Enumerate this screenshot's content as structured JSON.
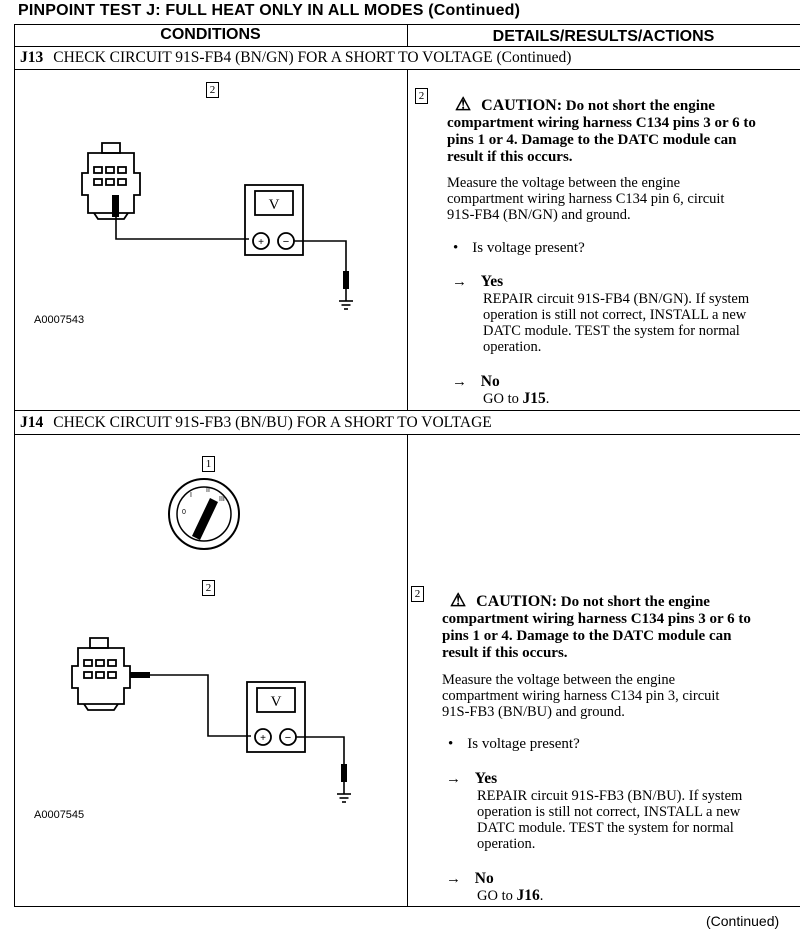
{
  "page_title": "PINPOINT TEST J: FULL HEAT ONLY IN ALL MODES (Continued)",
  "headers": {
    "conditions": "CONDITIONS",
    "details": "DETAILS/RESULTS/ACTIONS"
  },
  "steps": [
    {
      "id": "J13",
      "title": "CHECK CIRCUIT 91S-FB4 (BN/GN) FOR A SHORT TO VOLTAGE (Continued)",
      "figure_step": "2",
      "figure_id": "A0007543",
      "meter_label": "V",
      "detail_step": "2",
      "caution_title": "CAUTION:",
      "caution_lines": [
        "Do not short the engine",
        "compartment wiring harness C134 pins 3 or 6 to",
        "pins 1 or 4. Damage to the DATC module can",
        "result if this occurs."
      ],
      "measure_lines": [
        "Measure the voltage between the engine",
        "compartment wiring harness C134 pin 6, circuit",
        "91S-FB4 (BN/GN) and ground."
      ],
      "question": "Is voltage present?",
      "yes_label": "Yes",
      "yes_lines": [
        "REPAIR circuit 91S-FB4 (BN/GN). If system",
        "operation is still not correct, INSTALL a new",
        "DATC module. TEST the system for normal",
        "operation."
      ],
      "no_label": "No",
      "no_goto": "GO to",
      "no_target": "J15",
      "no_end": "."
    },
    {
      "id": "J14",
      "title": "CHECK CIRCUIT 91S-FB3 (BN/BU) FOR A SHORT TO VOLTAGE",
      "figure_step_1": "1",
      "figure_step_2": "2",
      "ignition_labels": [
        "0",
        "I",
        "II",
        "III"
      ],
      "figure_id": "A0007545",
      "meter_label": "V",
      "detail_step": "2",
      "caution_title": "CAUTION:",
      "caution_lines": [
        "Do not short the engine",
        "compartment wiring harness C134 pins 3 or 6 to",
        "pins 1 or 4. Damage to the DATC module can",
        "result if this occurs."
      ],
      "measure_lines": [
        "Measure the voltage between the engine",
        "compartment wiring harness C134 pin 3, circuit",
        "91S-FB3 (BN/BU) and ground."
      ],
      "question": "Is voltage present?",
      "yes_label": "Yes",
      "yes_lines": [
        "REPAIR circuit 91S-FB3 (BN/BU). If system",
        "operation is still not correct, INSTALL a new",
        "DATC module. TEST the system for normal",
        "operation."
      ],
      "no_label": "No",
      "no_goto": "GO to",
      "no_target": "J16",
      "no_end": "."
    }
  ],
  "footer": "(Continued)"
}
